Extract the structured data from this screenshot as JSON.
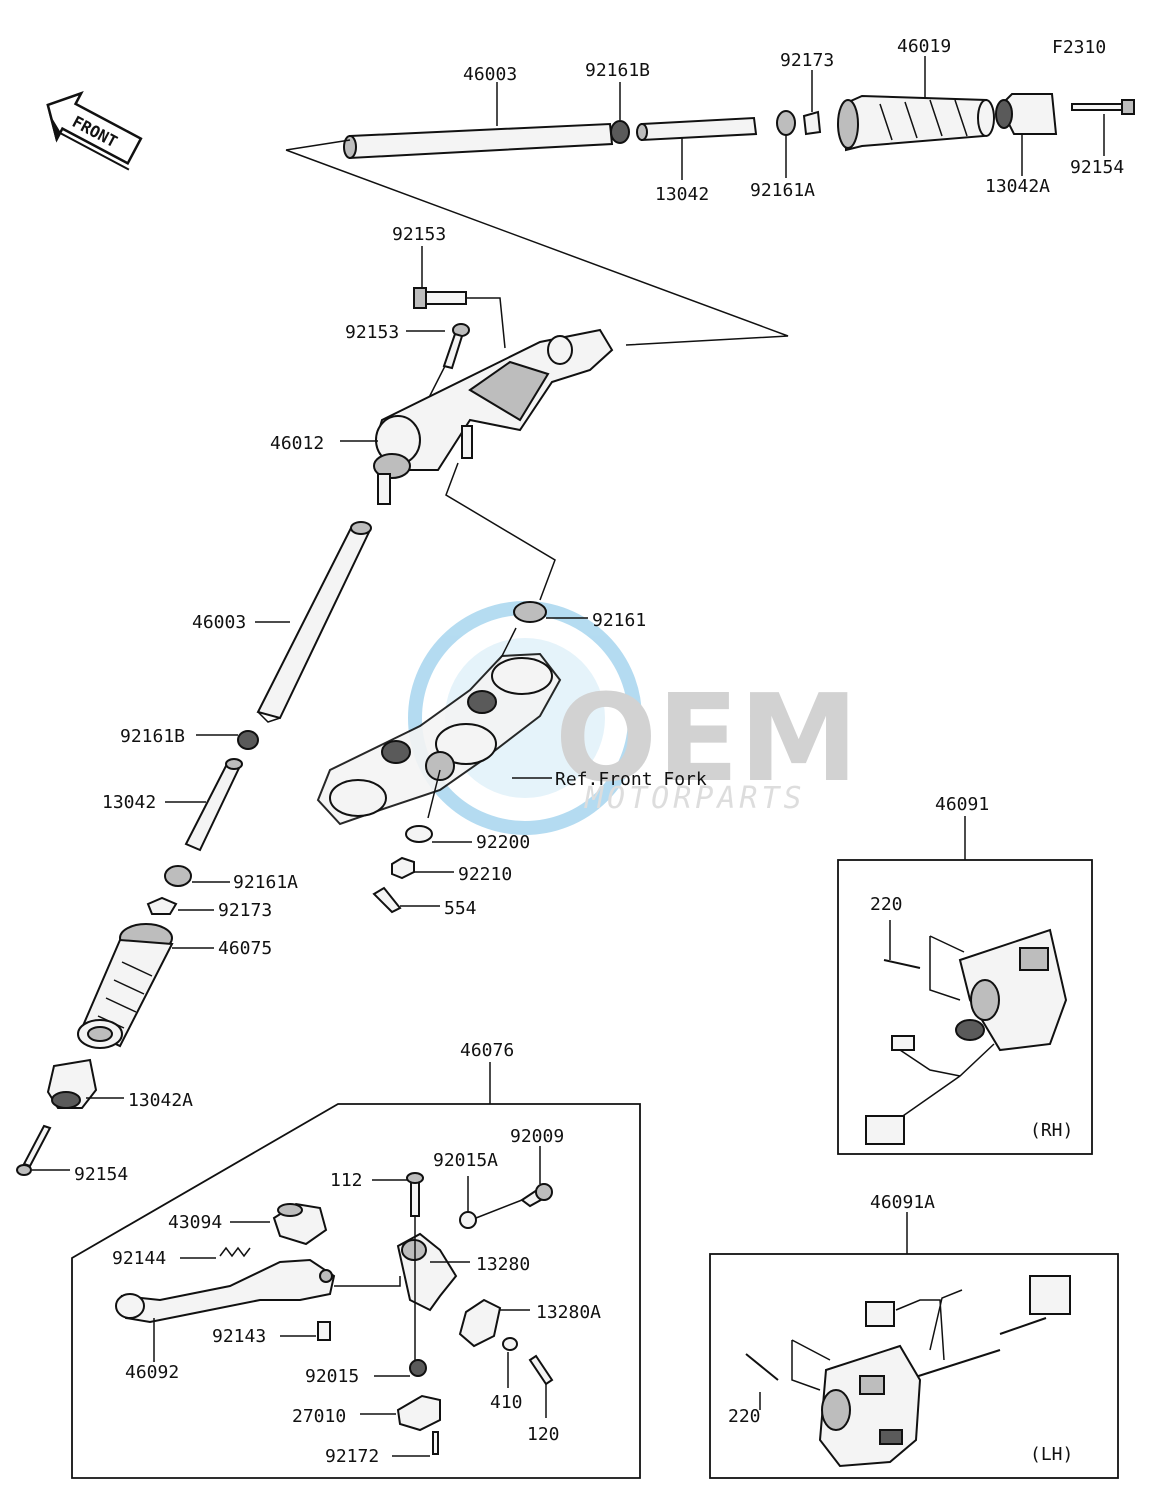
{
  "diagram_id": "F2310",
  "front_badge": "FRONT",
  "watermark": {
    "logo": "OEM",
    "tagline": "MOTORPARTS",
    "color": "#2a9bd8"
  },
  "reference_note": "Ref.Front Fork",
  "labels": {
    "p46003_top": "46003",
    "p92161B_top": "92161B",
    "p92173_top": "92173",
    "p46019": "46019",
    "p13042_top": "13042",
    "p92161A_top": "92161A",
    "p13042A_top": "13042A",
    "p92154_top": "92154",
    "p92153_a": "92153",
    "p92153_b": "92153",
    "p46012": "46012",
    "p46003_left": "46003",
    "p92161": "92161",
    "p92161B_left": "92161B",
    "p13042_left": "13042",
    "p92200": "92200",
    "p92161A_left": "92161A",
    "p92210": "92210",
    "p92173_left": "92173",
    "p554": "554",
    "p46075": "46075",
    "p13042A_left": "13042A",
    "p92154_left": "92154",
    "p46091": "46091",
    "p220_rh": "220",
    "rh": "(RH)",
    "p46076": "46076",
    "p92009": "92009",
    "p92015A": "92015A",
    "p112": "112",
    "p43094": "43094",
    "p13280": "13280",
    "p92144": "92144",
    "p13280A": "13280A",
    "p92143": "92143",
    "p46092": "46092",
    "p92015": "92015",
    "p410": "410",
    "p27010": "27010",
    "p120": "120",
    "p92172": "92172",
    "p46091A": "46091A",
    "p220_lh": "220",
    "lh": "(LH)"
  }
}
